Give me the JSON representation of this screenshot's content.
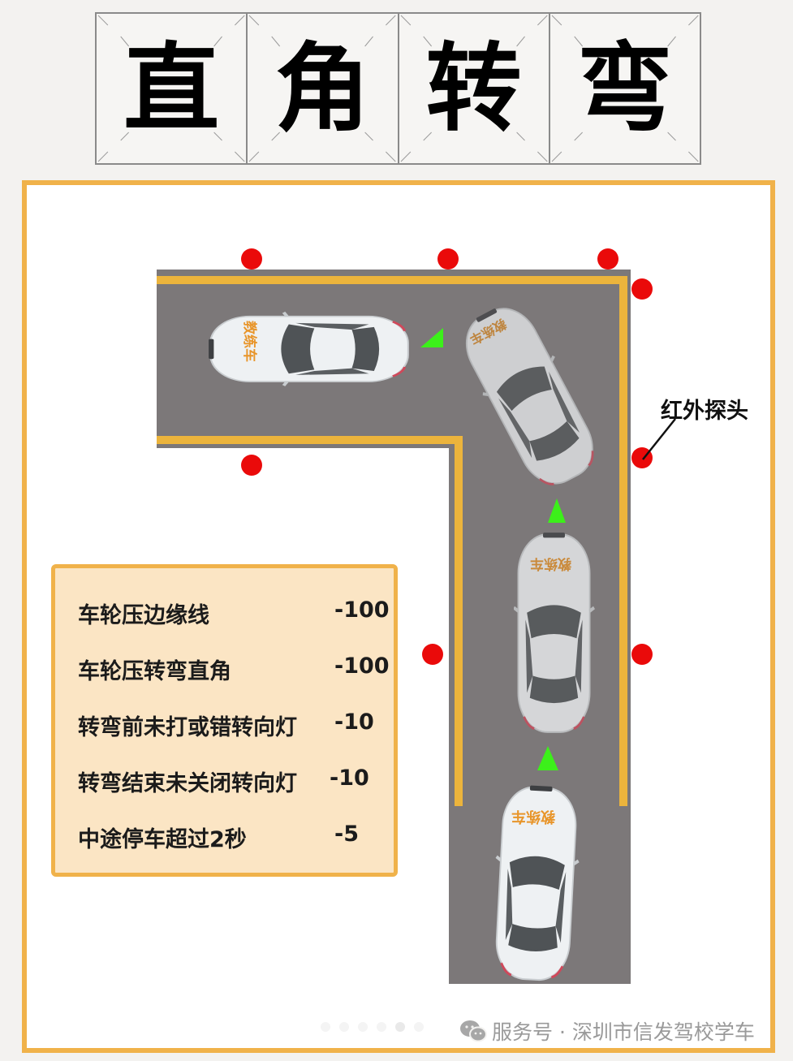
{
  "title": {
    "chars": [
      "直",
      "角",
      "转",
      "弯"
    ]
  },
  "diagram": {
    "probe_label": "红外探头",
    "car_label": "教练车",
    "colors": {
      "frame": "#f0b24a",
      "road": "#7c7879",
      "edge_line": "#ecb43c",
      "probe": "#ea0a0a",
      "arrow": "#3cf01a"
    }
  },
  "penalties": {
    "rows": [
      {
        "label": "车轮压边缘线",
        "points": "-100"
      },
      {
        "label": "车轮压转弯直角",
        "points": "-100"
      },
      {
        "label": "转弯前未打或错转向灯",
        "points": "-10"
      },
      {
        "label": "转弯结束未关闭转向灯",
        "points": "-10"
      },
      {
        "label": "中途停车超过2秒",
        "points": "-5"
      }
    ]
  },
  "watermark": {
    "text": "服务号 · 深圳市信发驾校学车"
  },
  "pagination": {
    "count": 6,
    "active": 4
  }
}
